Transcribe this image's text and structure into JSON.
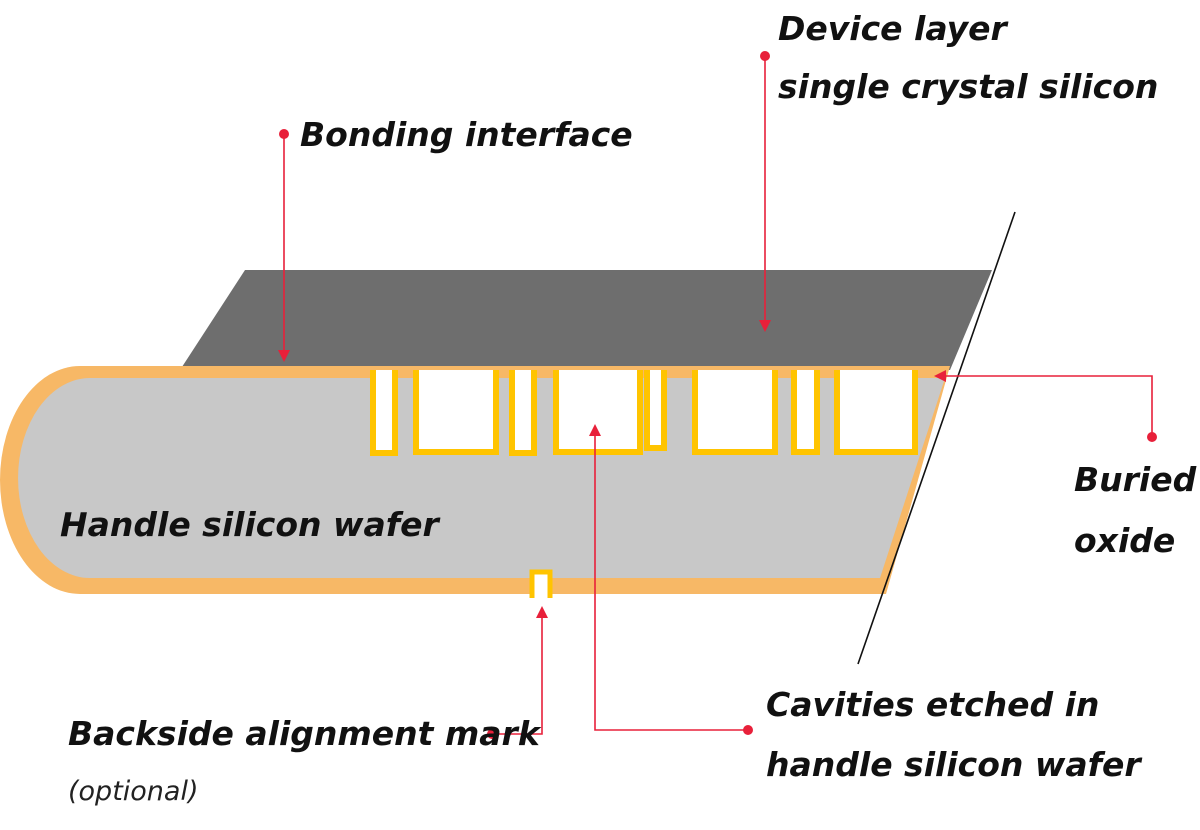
{
  "labels": {
    "device_layer": "Device layer",
    "device_layer_sub": "single crystal silicon",
    "bonding_interface": "Bonding interface",
    "buried_oxide_1": "Buried",
    "buried_oxide_2": "oxide",
    "handle_wafer": "Handle silicon wafer",
    "backside_mark": "Backside alignment mark",
    "backside_mark_optional": "(optional)",
    "cavities_1": "Cavities etched in",
    "cavities_2": "handle silicon wafer"
  },
  "colors": {
    "device_layer": "#6e6e6e",
    "handle_wafer": "#c8c8c8",
    "buried_oxide": "#f7b866",
    "cavity_outline": "#ffc400",
    "leader_line": "#e8203a",
    "leader_dot": "#e8203a"
  }
}
